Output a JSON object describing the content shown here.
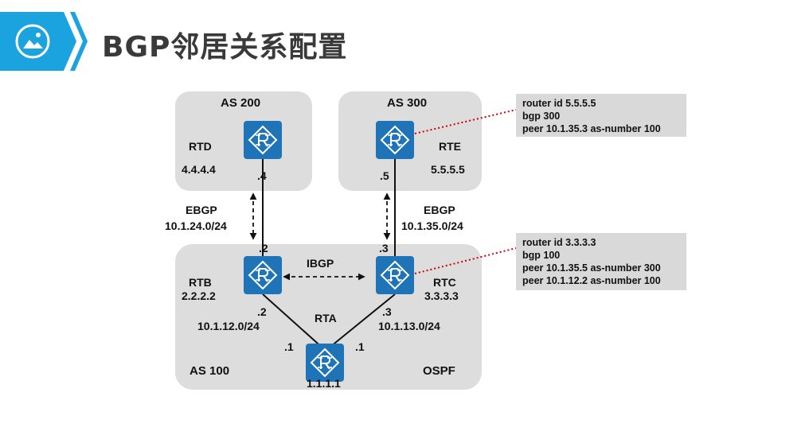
{
  "header": {
    "title": "BGP邻居关系配置",
    "icon": "picture-icon"
  },
  "colors": {
    "accent": "#1ba3e0",
    "router": "#1f73b7",
    "area": "#dddddd",
    "config_bg": "#d9d9d9",
    "link_dotted": "#cc0000"
  },
  "areas": {
    "as200": "AS 200",
    "as300": "AS 300",
    "as100": "AS 100",
    "ospf": "OSPF"
  },
  "routers": {
    "rtd": {
      "name": "RTD",
      "id": "4.4.4.4"
    },
    "rte": {
      "name": "RTE",
      "id": "5.5.5.5"
    },
    "rtb": {
      "name": "RTB",
      "id": "2.2.2.2"
    },
    "rtc": {
      "name": "RTC",
      "id": "3.3.3.3"
    },
    "rta": {
      "name": "RTA",
      "id": "1.1.1.1"
    }
  },
  "links": {
    "rtd_rtb": {
      "type": "EBGP",
      "subnet": "10.1.24.0/24",
      "end_a": ".4",
      "end_b": ".2"
    },
    "rte_rtc": {
      "type": "EBGP",
      "subnet": "10.1.35.0/24",
      "end_a": ".5",
      "end_b": ".3"
    },
    "rtb_rtc": {
      "type": "IBGP"
    },
    "rtb_rta": {
      "subnet": "10.1.12.0/24",
      "end_a": ".2",
      "end_b": ".1"
    },
    "rtc_rta": {
      "subnet": "10.1.13.0/24",
      "end_a": ".3",
      "end_b": ".1"
    }
  },
  "configs": {
    "rte": [
      "router id 5.5.5.5",
      "bgp 300",
      "peer 10.1.35.3 as-number 100"
    ],
    "rtc": [
      "router id 3.3.3.3",
      "bgp 100",
      "peer 10.1.35.5 as-number 300",
      "peer 10.1.12.2 as-number 100"
    ]
  }
}
